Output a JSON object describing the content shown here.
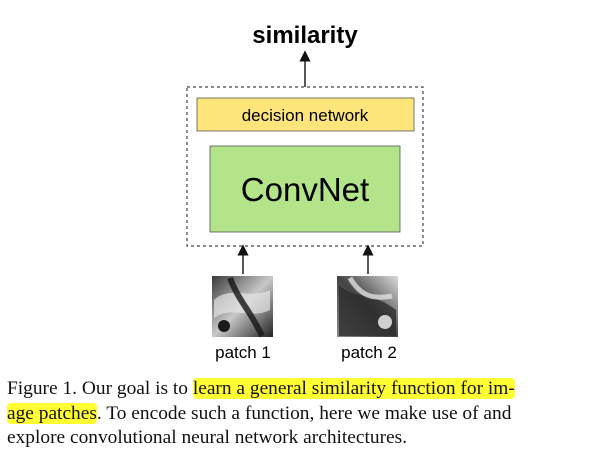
{
  "diagram": {
    "output_label": "similarity",
    "decision_label": "decision network",
    "convnet_label": "ConvNet",
    "patch1_label": "patch 1",
    "patch2_label": "patch 2",
    "colors": {
      "decision_fill": "#fde57c",
      "convnet_fill": "#b3e48a",
      "box_border": "#444444"
    }
  },
  "caption": {
    "lead": "Figure 1. Our goal is to",
    "highlight_1": "learn a general similarity function for im-",
    "highlight_2": "age patches",
    "rest_line2": ". To encode such a function, here we make use of and",
    "line3": "explore convolutional neural network architectures."
  }
}
